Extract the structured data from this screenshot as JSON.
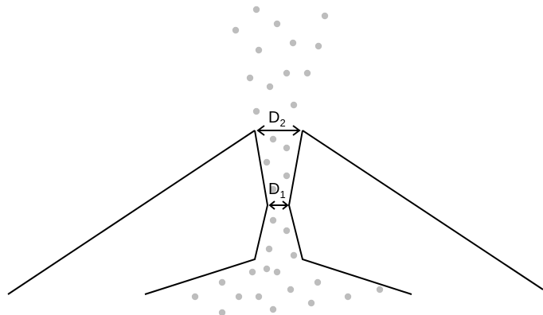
{
  "labels": {
    "d2": {
      "main": "D",
      "sub": "2"
    },
    "d1": {
      "main": "D",
      "sub": "1"
    }
  },
  "colors": {
    "line": "#000000",
    "particle": "#bdbdbd",
    "background": "#ffffff"
  }
}
